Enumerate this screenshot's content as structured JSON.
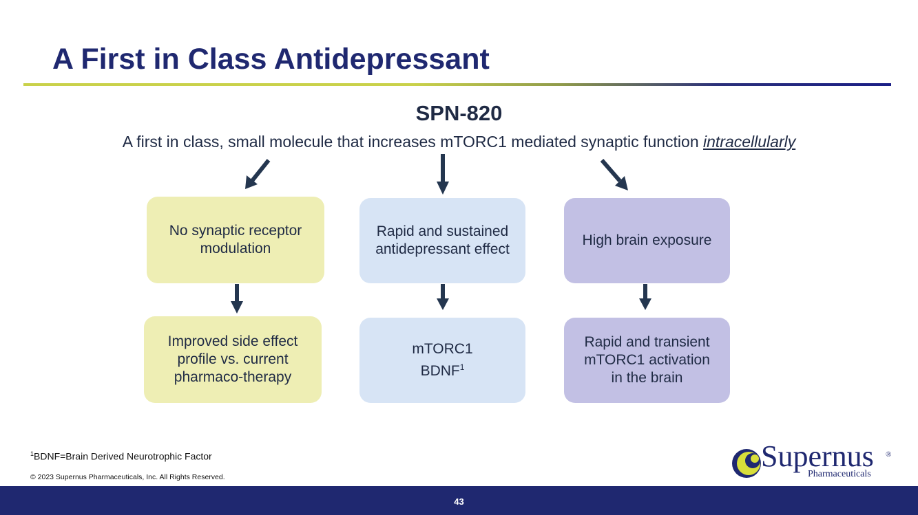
{
  "slide": {
    "title": "A First in Class Antidepressant",
    "subtitle": "SPN-820",
    "tagline_prefix": "A first in class, small molecule that increases mTORC1 mediated synaptic function ",
    "tagline_emphasis": "intracellularly"
  },
  "columns": [
    {
      "top_line1": "No synaptic receptor",
      "top_line2": "modulation",
      "bottom_line1": "Improved side effect",
      "bottom_line2": "profile vs. current",
      "bottom_line3": "pharmaco-therapy"
    },
    {
      "top_line1": "Rapid and sustained",
      "top_line2": "antidepressant effect",
      "bottom_line1": "mTORC1",
      "bottom_line2": "BDNF",
      "bottom_sup": "1"
    },
    {
      "top_line1": "High brain exposure",
      "bottom_line1": "Rapid and transient",
      "bottom_line2": "mTORC1 activation",
      "bottom_line3": "in the brain"
    }
  ],
  "footnote": {
    "sup": "1",
    "text": "BDNF=Brain Derived Neurotrophic Factor"
  },
  "copyright": "© 2023 Supernus Pharmaceuticals, Inc. All Rights Reserved.",
  "logo": {
    "name": "Supernus",
    "reg": "®",
    "sub": "Pharmaceuticals"
  },
  "page_number": "43",
  "colors": {
    "title": "#1f2870",
    "yellow_box": "#eeeeb4",
    "blue_box": "#d7e4f5",
    "purple_box": "#c2c0e4",
    "arrow": "#24364f",
    "footer": "#1f2870"
  },
  "icons": [
    "arrow-down-left-icon",
    "arrow-down-icon",
    "arrow-down-right-icon",
    "supernus-logo-mark-icon"
  ]
}
